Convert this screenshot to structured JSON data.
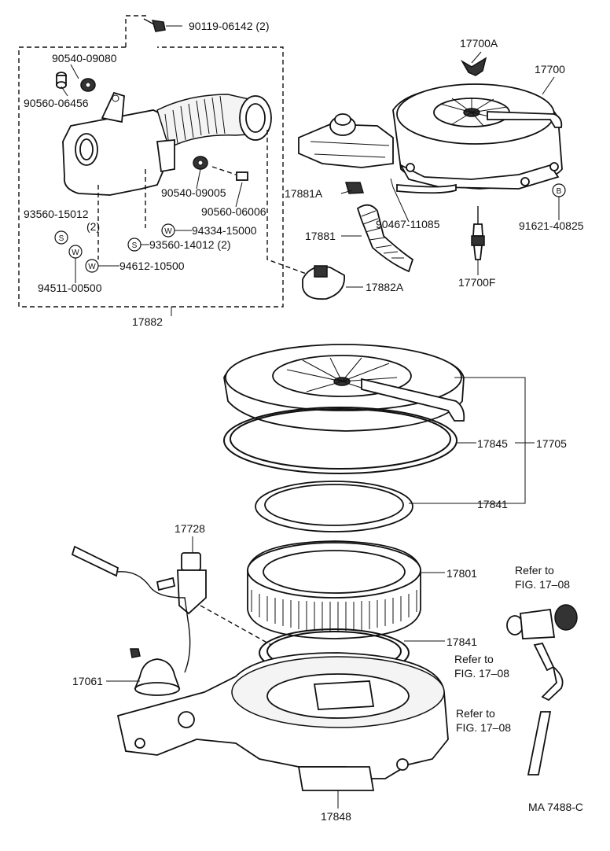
{
  "labels": {
    "p90119": "90119-06142 (2)",
    "p17700A": "17700A",
    "p17700": "17700",
    "p90540a": "90540-09080",
    "p90560a": "90560-06456",
    "p90540b": "90540-09005",
    "p90560b": "90560-06006",
    "p93560a": "93560-15012",
    "p93560a_qty": "(2)",
    "p94334": "94334-15000",
    "p93560b": "93560-14012 (2)",
    "p94612": "94612-10500",
    "p94511": "94511-00500",
    "p17882": "17882",
    "p17881A": "17881A",
    "p90467": "90467-11085",
    "p91621": "91621-40825",
    "p17881": "17881",
    "p17700F": "17700F",
    "p17882A": "17882A",
    "p17845": "17845",
    "p17705": "17705",
    "p17841a": "17841",
    "p17728": "17728",
    "p17801": "17801",
    "p17841b": "17841",
    "p17061": "17061",
    "p17848": "17848",
    "refer1a": "Refer to",
    "refer1b": "FIG. 17–08",
    "refer2a": "Refer to",
    "refer2b": "FIG. 17–08",
    "refer3a": "Refer to",
    "refer3b": "FIG. 17–08",
    "code": "MA 7488-C"
  },
  "badges": {
    "s": "S",
    "w": "W",
    "b": "B"
  }
}
